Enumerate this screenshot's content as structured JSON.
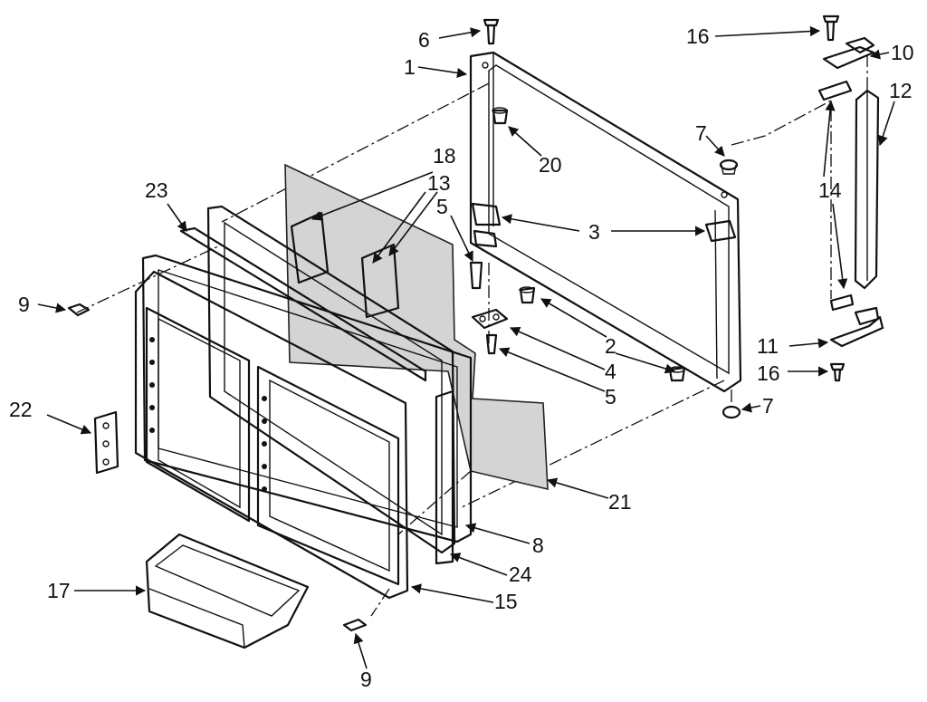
{
  "diagram": {
    "callouts": [
      {
        "id": "c6",
        "text": "6"
      },
      {
        "id": "c1",
        "text": "1"
      },
      {
        "id": "c16a",
        "text": "16"
      },
      {
        "id": "c10",
        "text": "10"
      },
      {
        "id": "c12",
        "text": "12"
      },
      {
        "id": "c20",
        "text": "20"
      },
      {
        "id": "c7a",
        "text": "7"
      },
      {
        "id": "c18",
        "text": "18"
      },
      {
        "id": "c13",
        "text": "13"
      },
      {
        "id": "c23",
        "text": "23"
      },
      {
        "id": "c5a",
        "text": "5"
      },
      {
        "id": "c14",
        "text": "14"
      },
      {
        "id": "c3",
        "text": "3"
      },
      {
        "id": "c9a",
        "text": "9"
      },
      {
        "id": "c2",
        "text": "2"
      },
      {
        "id": "c4",
        "text": "4"
      },
      {
        "id": "c11",
        "text": "11"
      },
      {
        "id": "c16b",
        "text": "16"
      },
      {
        "id": "c5b",
        "text": "5"
      },
      {
        "id": "c7b",
        "text": "7"
      },
      {
        "id": "c22",
        "text": "22"
      },
      {
        "id": "c21",
        "text": "21"
      },
      {
        "id": "c8",
        "text": "8"
      },
      {
        "id": "c24",
        "text": "24"
      },
      {
        "id": "c17",
        "text": "17"
      },
      {
        "id": "c15",
        "text": "15"
      },
      {
        "id": "c9b",
        "text": "9"
      }
    ]
  }
}
